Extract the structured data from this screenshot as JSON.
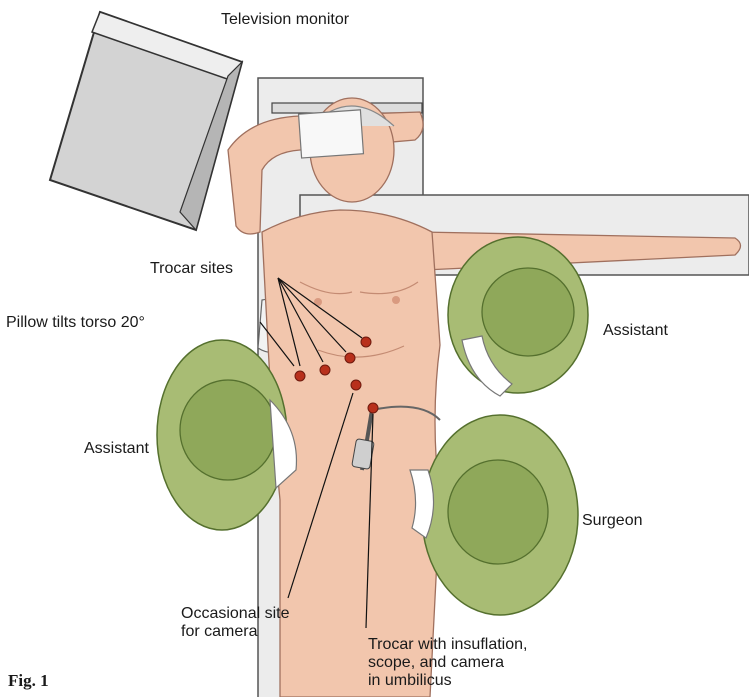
{
  "labels": {
    "monitor": "Television monitor",
    "trocar_sites": "Trocar sites",
    "pillow": "Pillow tilts torso 20°",
    "assistant_right": "Assistant",
    "assistant_left": "Assistant",
    "surgeon": "Surgeon",
    "occasional_site": "Occasional site\nfor camera",
    "umbilicus_trocar": "Trocar with insuflation,\nscope, and camera\nin umbilicus"
  },
  "figure_label": "Fig. 1",
  "colors": {
    "skin": "#f2c6ad",
    "skin_shadow": "#d99a80",
    "gown_green": "#a8bc74",
    "gown_dark": "#6f8a45",
    "table": "#e9e9e9",
    "monitor": "#cfcfcf",
    "trocar_site": "#b8301c"
  }
}
